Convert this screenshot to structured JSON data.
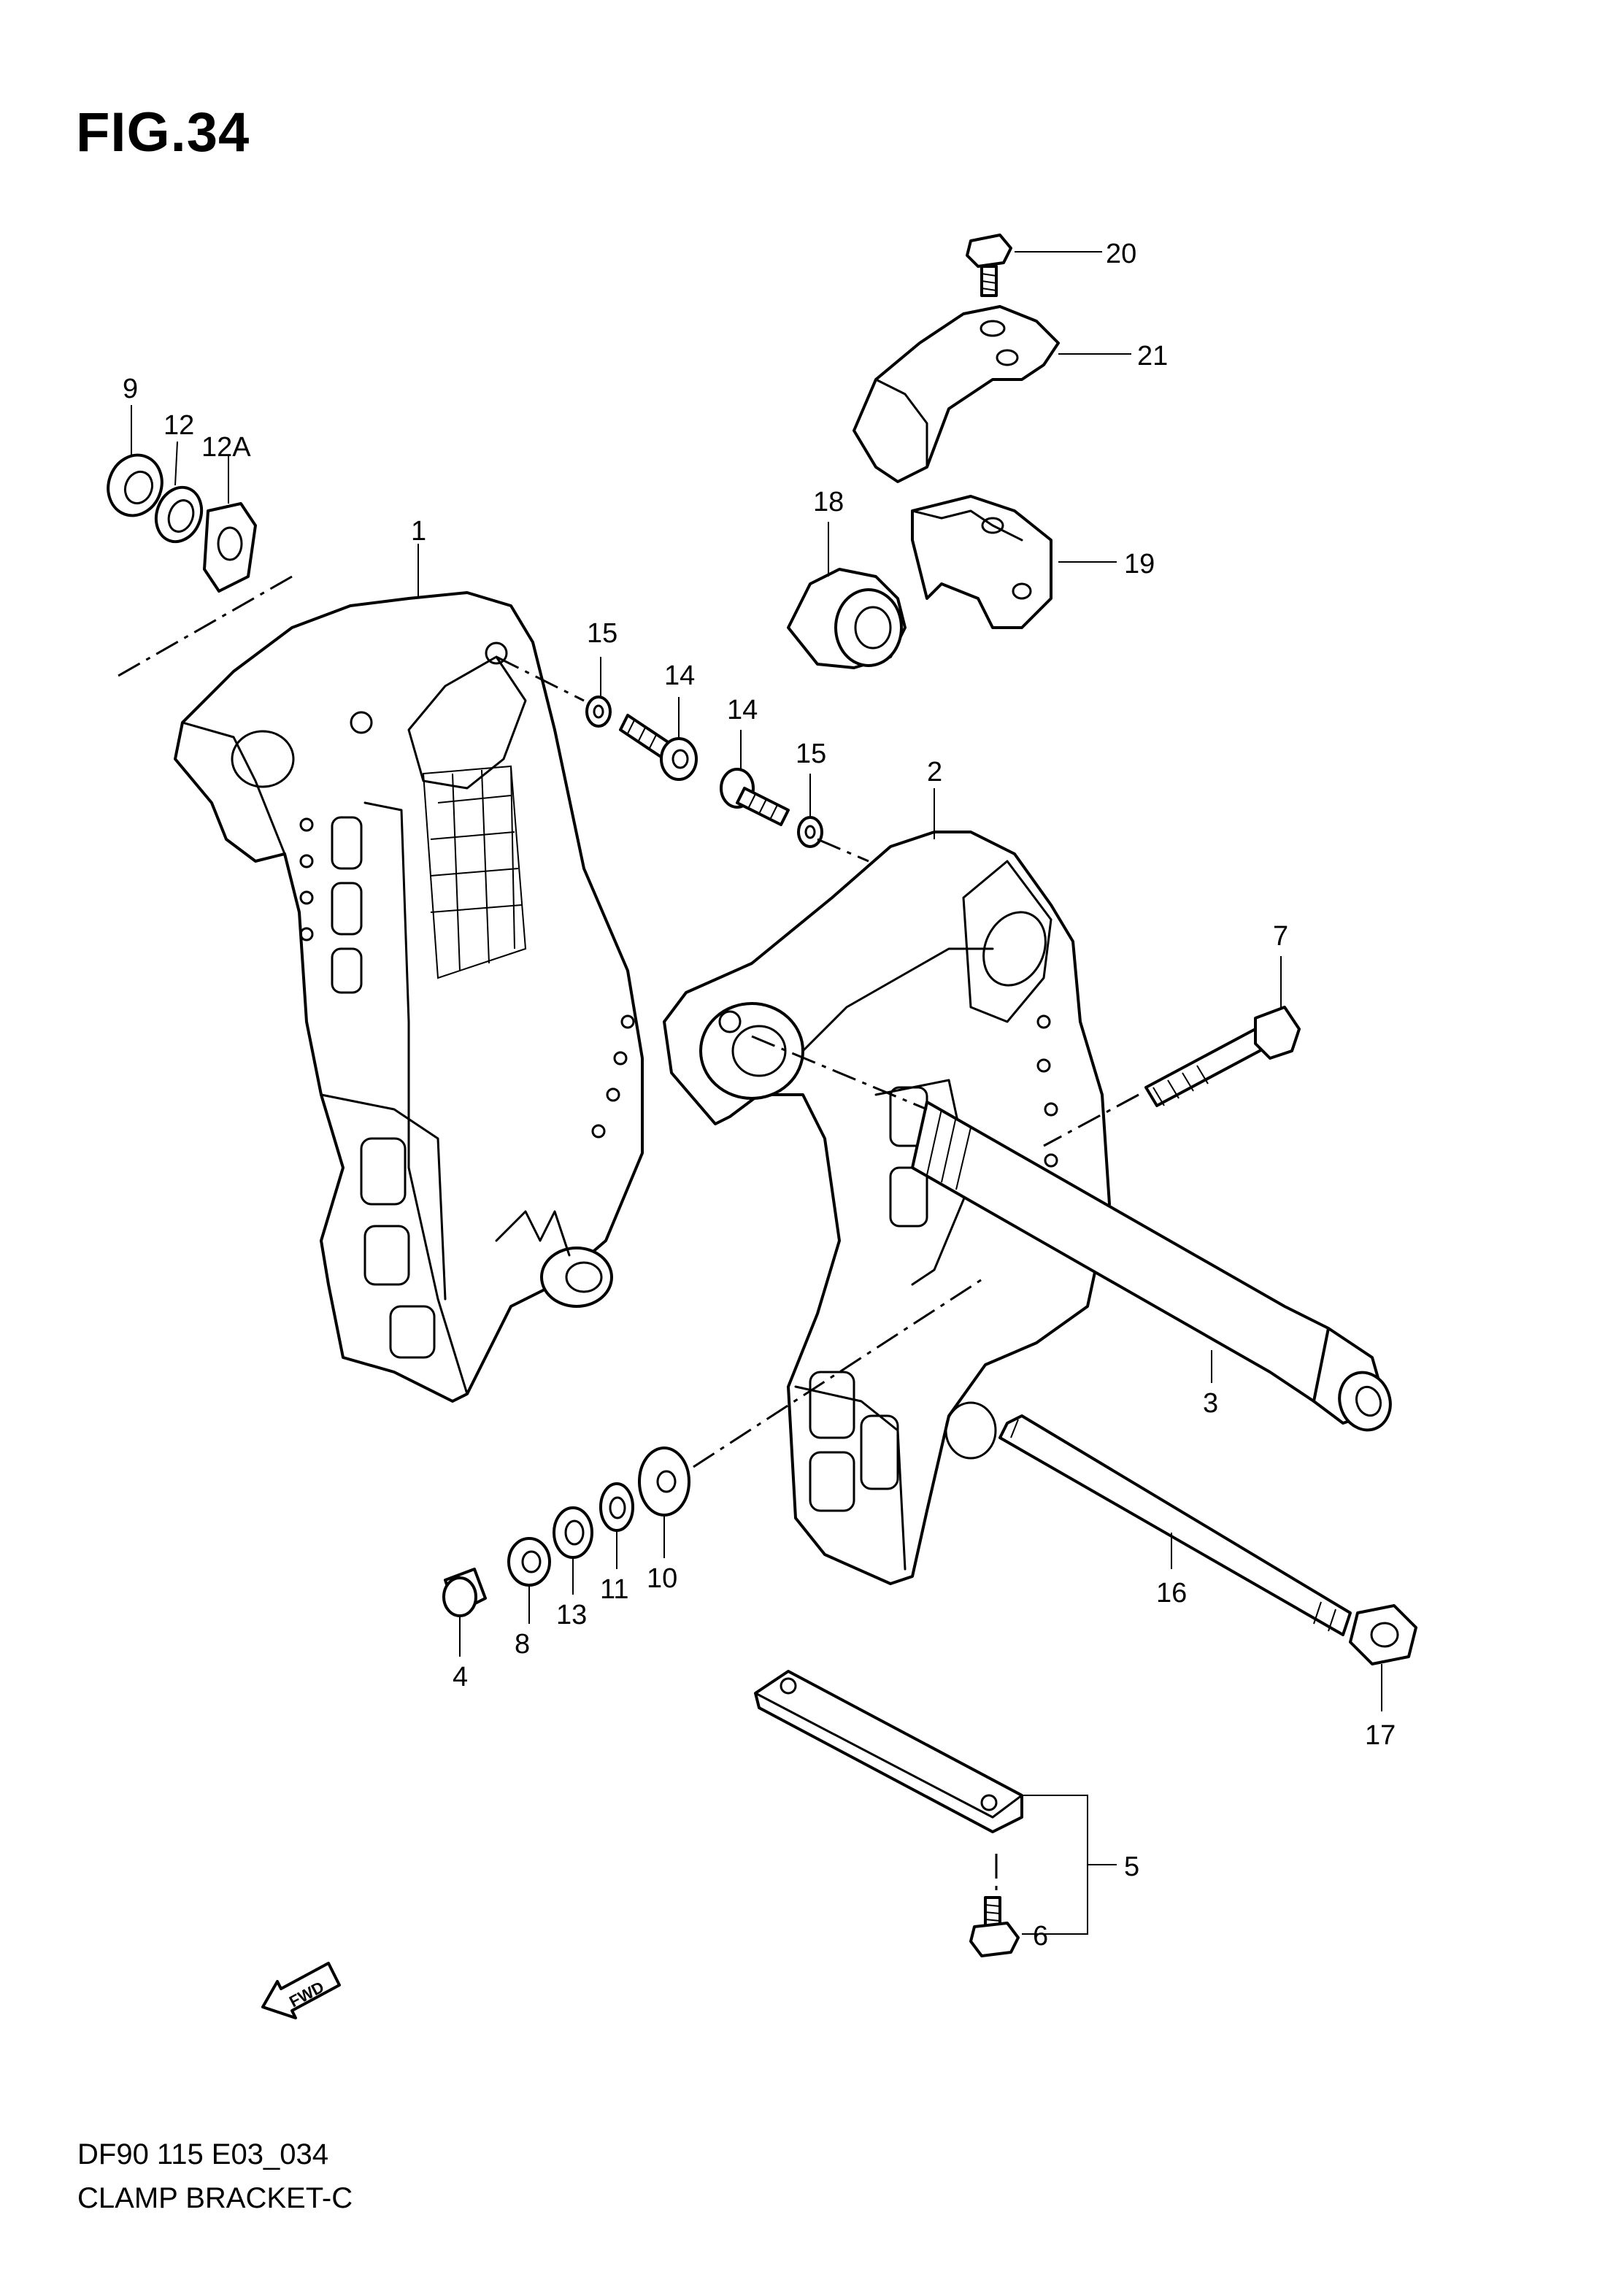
{
  "figure": {
    "title": "FIG.34"
  },
  "footer": {
    "model_code": "DF90 115 E03_034",
    "section_name": "CLAMP BRACKET-C"
  },
  "callouts": {
    "c1": "1",
    "c2": "2",
    "c3": "3",
    "c4": "4",
    "c5": "5",
    "c6": "6",
    "c7": "7",
    "c8": "8",
    "c9": "9",
    "c10": "10",
    "c11": "11",
    "c12": "12",
    "c12a": "12A",
    "c13": "13",
    "c14a": "14",
    "c14b": "14",
    "c15a": "15",
    "c15b": "15",
    "c16": "16",
    "c17": "17",
    "c18": "18",
    "c19": "19",
    "c20": "20",
    "c21": "21"
  },
  "fwd_arrow": {
    "text": "FWD"
  }
}
